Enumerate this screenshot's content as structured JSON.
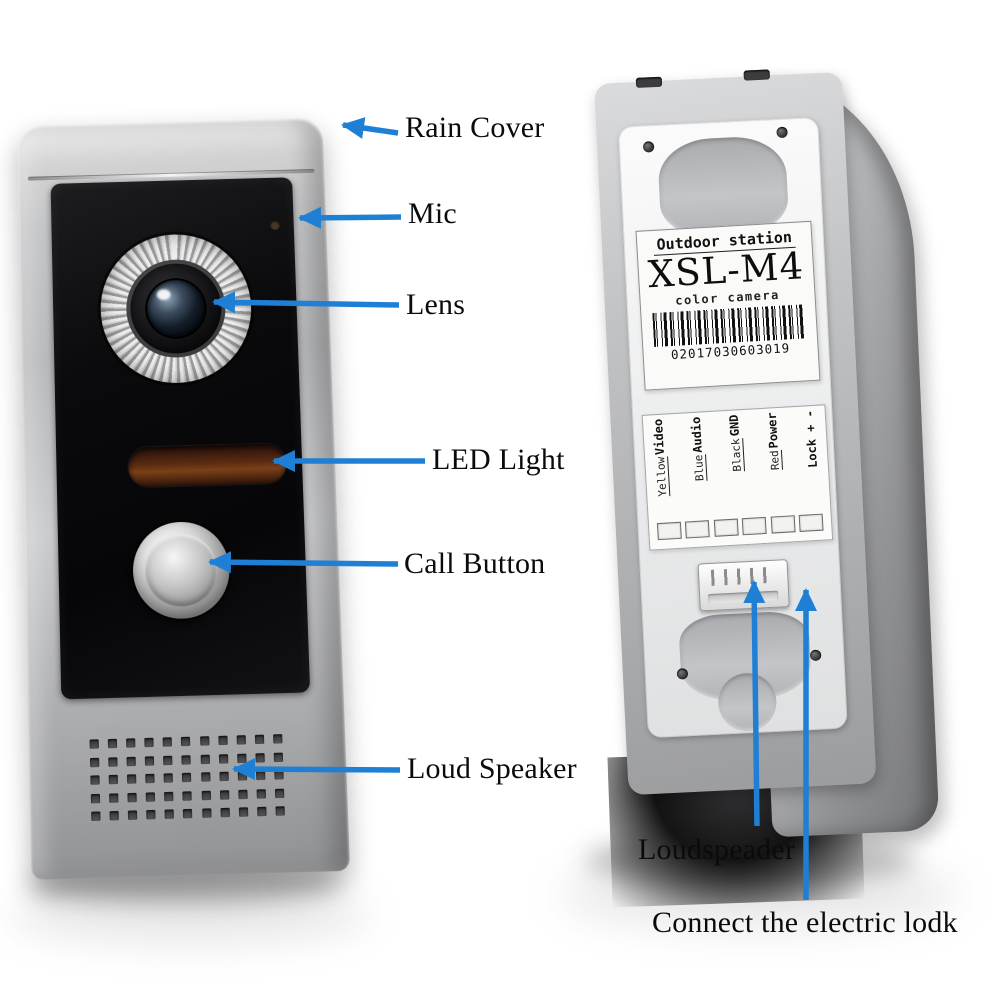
{
  "figure": {
    "colors": {
      "arrow": "#1e7fd4"
    },
    "front_view": {
      "callouts": [
        {
          "label": "Rain Cover"
        },
        {
          "label": "Mic"
        },
        {
          "label": "Lens"
        },
        {
          "label": "LED Light"
        },
        {
          "label": "Call Button"
        },
        {
          "label": "Loud Speaker"
        }
      ]
    },
    "back_view": {
      "callouts": [
        {
          "label": "Loudspeader"
        },
        {
          "label": "Connect the electric lodk"
        }
      ],
      "sticker": {
        "station_line": "Outdoor station",
        "model": "XSL-M4",
        "camera_line": "color camera",
        "barcode_number": "02017030603019"
      },
      "wiring_label": {
        "pairs": [
          {
            "signal": "Video",
            "wire": "Yellow"
          },
          {
            "signal": "Audio",
            "wire": "Blue"
          },
          {
            "signal": "GND",
            "wire": "Black"
          },
          {
            "signal": "Power",
            "wire": "Red"
          }
        ],
        "lock": "Lock + -"
      }
    }
  }
}
